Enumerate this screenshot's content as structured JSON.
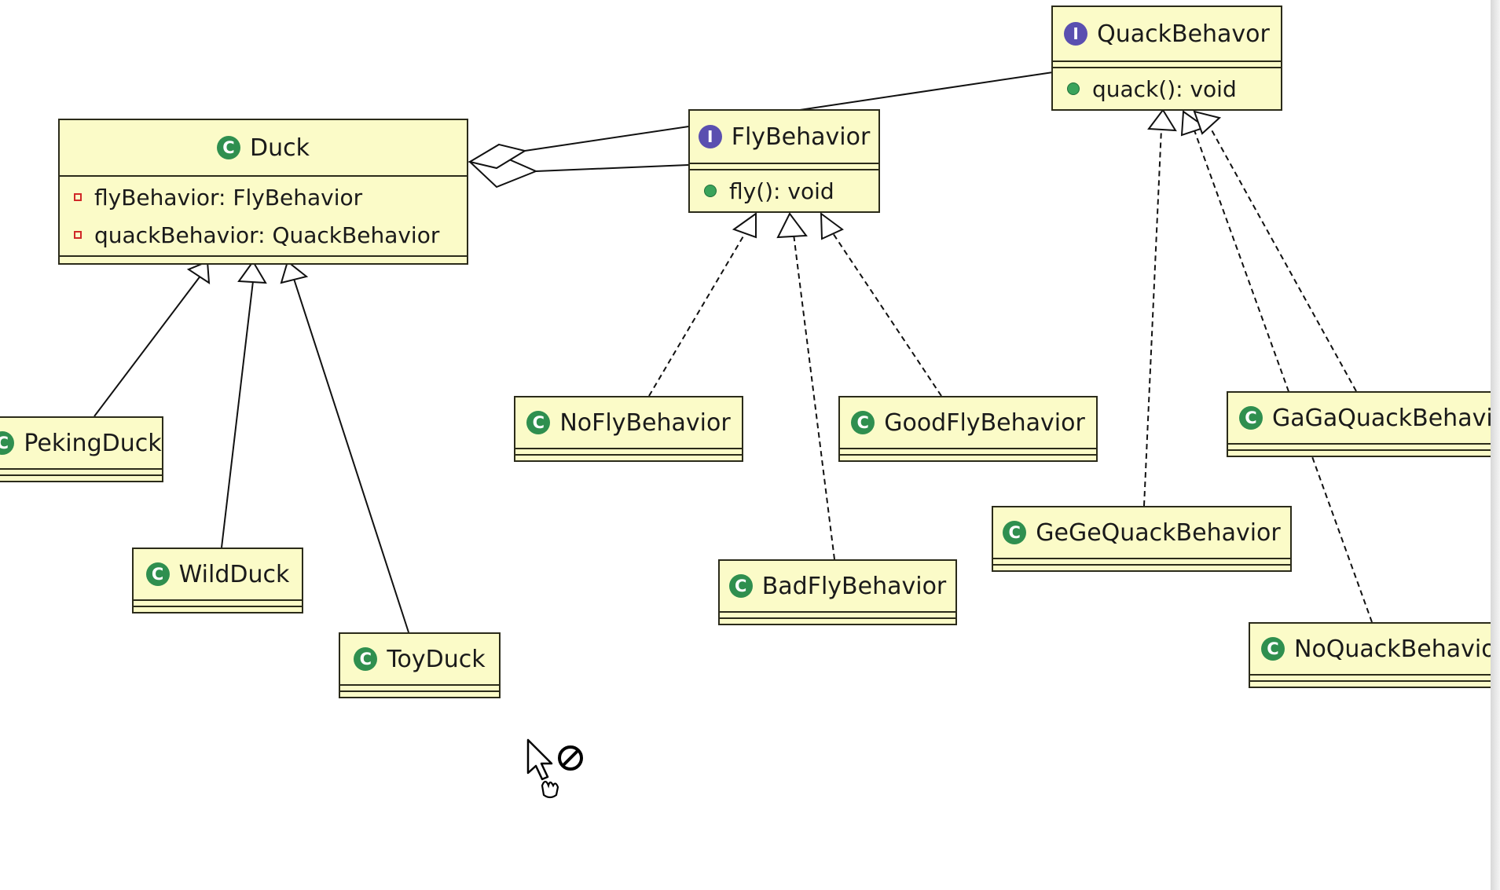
{
  "colors": {
    "class_fill": "#fbfbc8",
    "border": "#2b2b1a",
    "class_badge": "#2f8f4f",
    "interface_badge": "#5a4fb0",
    "private_marker": "#d02828",
    "public_marker": "#3aa35a"
  },
  "badges": {
    "class": "C",
    "interface": "I"
  },
  "classes": {
    "duck": {
      "name": "Duck",
      "kind": "class",
      "fields": [
        {
          "visibility": "private",
          "text": "flyBehavior: FlyBehavior"
        },
        {
          "visibility": "private",
          "text": "quackBehavior: QuackBehavior"
        }
      ]
    },
    "fly_behavior": {
      "name": "FlyBehavior",
      "kind": "interface",
      "methods": [
        {
          "visibility": "public",
          "text": "fly(): void"
        }
      ]
    },
    "quack_behavior": {
      "name": "QuackBehavor",
      "kind": "interface",
      "methods": [
        {
          "visibility": "public",
          "text": "quack(): void"
        }
      ]
    },
    "peking_duck": {
      "name": "PekingDuck",
      "kind": "class"
    },
    "wild_duck": {
      "name": "WildDuck",
      "kind": "class"
    },
    "toy_duck": {
      "name": "ToyDuck",
      "kind": "class"
    },
    "no_fly_behavior": {
      "name": "NoFlyBehavior",
      "kind": "class"
    },
    "good_fly_behavior": {
      "name": "GoodFlyBehavior",
      "kind": "class"
    },
    "bad_fly_behavior": {
      "name": "BadFlyBehavior",
      "kind": "class"
    },
    "gaga_quack_behavior": {
      "name": "GaGaQuackBehavi",
      "kind": "class"
    },
    "gege_quack_behavior": {
      "name": "GeGeQuackBehavior",
      "kind": "class"
    },
    "no_quack_behavior": {
      "name": "NoQuackBehavio",
      "kind": "class"
    }
  },
  "relations": [
    {
      "type": "aggregation",
      "from": "Duck",
      "to": "FlyBehavior"
    },
    {
      "type": "aggregation",
      "from": "Duck",
      "to": "QuackBehavor"
    },
    {
      "type": "generalization",
      "from": "PekingDuck",
      "to": "Duck"
    },
    {
      "type": "generalization",
      "from": "WildDuck",
      "to": "Duck"
    },
    {
      "type": "generalization",
      "from": "ToyDuck",
      "to": "Duck"
    },
    {
      "type": "realization",
      "from": "NoFlyBehavior",
      "to": "FlyBehavior"
    },
    {
      "type": "realization",
      "from": "BadFlyBehavior",
      "to": "FlyBehavior"
    },
    {
      "type": "realization",
      "from": "GoodFlyBehavior",
      "to": "FlyBehavior"
    },
    {
      "type": "realization",
      "from": "GeGeQuackBehavior",
      "to": "QuackBehavor"
    },
    {
      "type": "realization",
      "from": "NoQuackBehavio",
      "to": "QuackBehavor"
    },
    {
      "type": "realization",
      "from": "GaGaQuackBehavi",
      "to": "QuackBehavor"
    }
  ],
  "cursor": {
    "pointer_icon": "arrow-pointer-icon",
    "status_icon": "no-entry-icon"
  }
}
